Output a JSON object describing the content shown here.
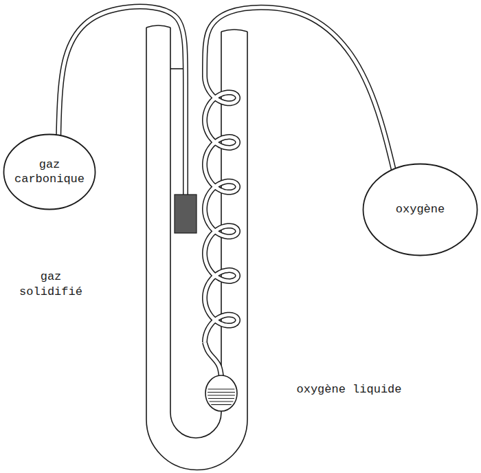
{
  "diagram": {
    "nodes": [
      {
        "text": [
          "gaz carbonique"
        ]
      },
      {
        "text": [
          "oxygène"
        ]
      }
    ],
    "labels": [
      "gaz solidifié",
      "oxygène liquide"
    ]
  }
}
